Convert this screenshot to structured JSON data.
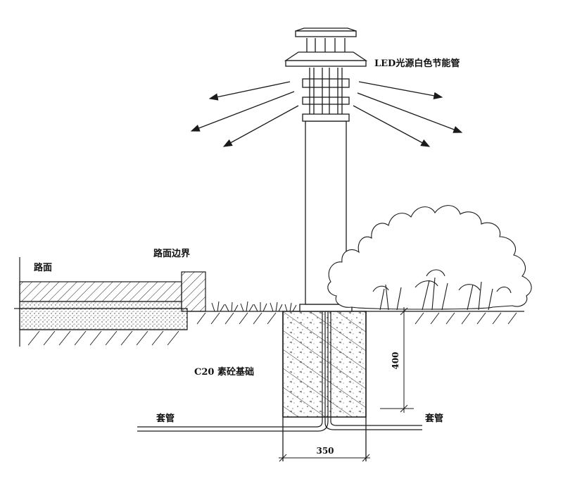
{
  "labels": {
    "lamp_source": "LED光源白色节能管",
    "road_surface": "路面",
    "road_boundary": "路面边界",
    "foundation": "C20 素砼基础",
    "conduit_left": "套管",
    "conduit_right": "套管"
  },
  "dimensions": {
    "depth": "400",
    "width": "350"
  },
  "colors": {
    "line": "#1a1a1a",
    "background": "#ffffff"
  }
}
